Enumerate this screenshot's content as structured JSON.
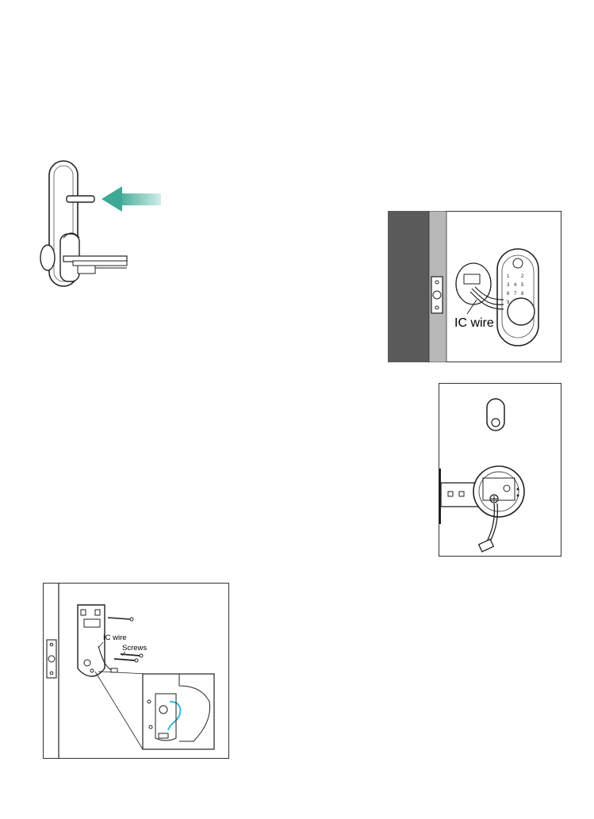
{
  "figures": {
    "panel_wire": {
      "ic_wire_label": "IC wire"
    },
    "panel_mount": {
      "ic_wire_label": "IC wire",
      "screws_label": "Screws"
    }
  },
  "colors": {
    "arrow_accent": "#6cc4b4",
    "wire_accent": "#38b8d8",
    "door_dark": "#5a5a5a",
    "door_edge": "#b8b8b8",
    "line": "#000000"
  }
}
